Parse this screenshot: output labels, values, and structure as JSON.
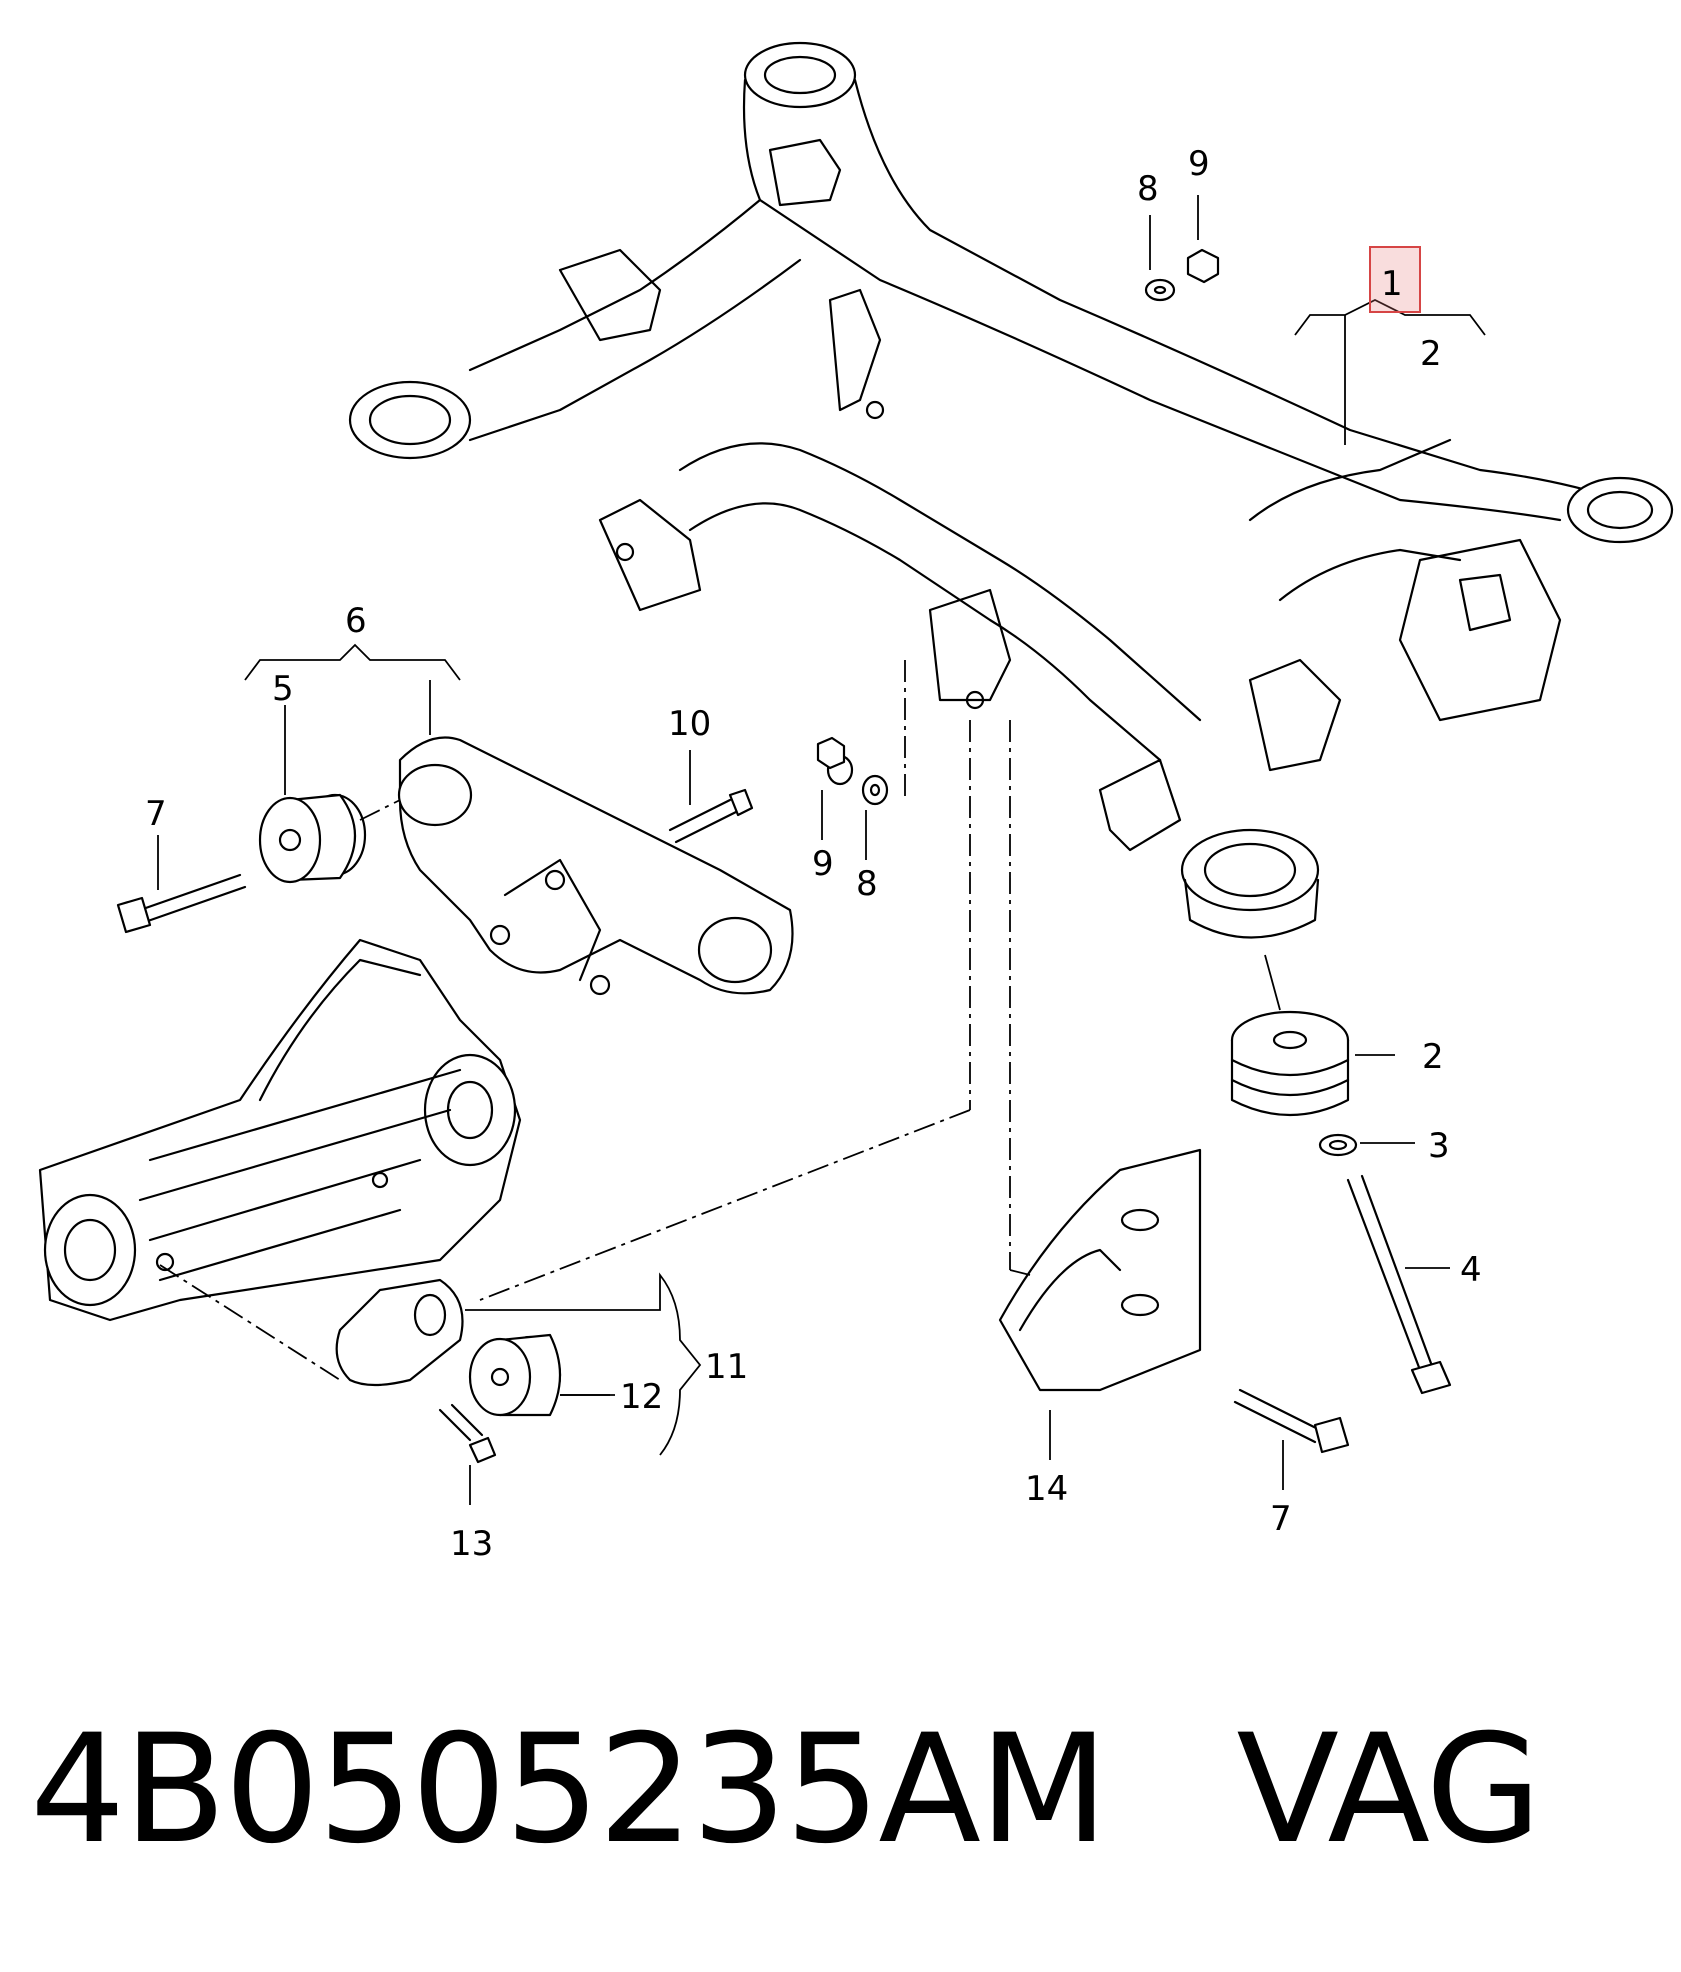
{
  "callouts": {
    "c1": "1",
    "c2_top": "2",
    "c2_right": "2",
    "c3": "3",
    "c4": "4",
    "c5": "5",
    "c6": "6",
    "c7_left": "7",
    "c7_bottom": "7",
    "c8_top": "8",
    "c8_mid": "8",
    "c9_top": "9",
    "c9_mid": "9",
    "c10": "10",
    "c11": "11",
    "c12": "12",
    "c13": "13",
    "c14": "14"
  },
  "footer": {
    "part_number": "4B0505235AM",
    "brand": "VAG"
  },
  "colors": {
    "highlight": "#d64545",
    "line": "#000000",
    "background": "#ffffff"
  }
}
